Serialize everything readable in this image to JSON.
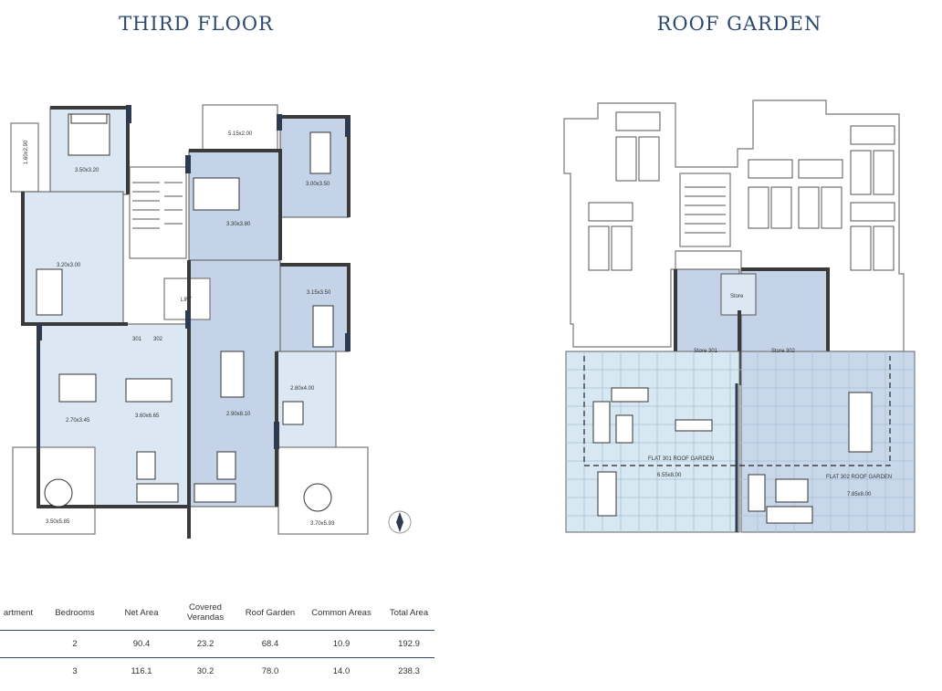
{
  "titles": {
    "left": "THIRD FLOOR",
    "right": "ROOF GARDEN"
  },
  "third_floor_labels": {
    "bedroom1": "3.50x3.20",
    "balcony_small": "1.60x2.90",
    "bedroom2": "3.20x3.00",
    "living_left": "2.70x3.45",
    "dining_left": "3.60x6.65",
    "terrace_left": "3.50x5.85",
    "balcony_top": "5.15x2.00",
    "master_bed": "3.30x3.80",
    "bedroom_tr": "3.00x3.50",
    "bedroom_mr": "3.15x3.50",
    "lift": "LIFT",
    "flat301": "301",
    "flat302": "302",
    "living_right": "2.90x8.10",
    "kitchen_right": "2.80x4.00",
    "terrace_right": "3.70x5.93"
  },
  "roof_labels": {
    "store": "Store",
    "store301": "Store 301",
    "store302": "Store 302",
    "garden301": "FLAT 301 ROOF GARDEN",
    "garden301_dim": "6.55x8.00",
    "garden302": "FLAT 302 ROOF GARDEN",
    "garden302_dim": "7.85x8.00"
  },
  "table": {
    "headers": [
      "artment",
      "Bedrooms",
      "Net Area",
      "Covered Verandas",
      "Roof Garden",
      "Common Areas",
      "Total Area"
    ],
    "rows": [
      [
        "",
        "2",
        "90.4",
        "23.2",
        "68.4",
        "10.9",
        "192.9"
      ],
      [
        "",
        "3",
        "116.1",
        "30.2",
        "78.0",
        "14.0",
        "238.3"
      ]
    ]
  },
  "colors": {
    "title": "#2b4a6e",
    "room_fill": "#c5d3e8",
    "terrace_fill": "#d8e8f2"
  },
  "icons": [
    "compass-icon"
  ]
}
